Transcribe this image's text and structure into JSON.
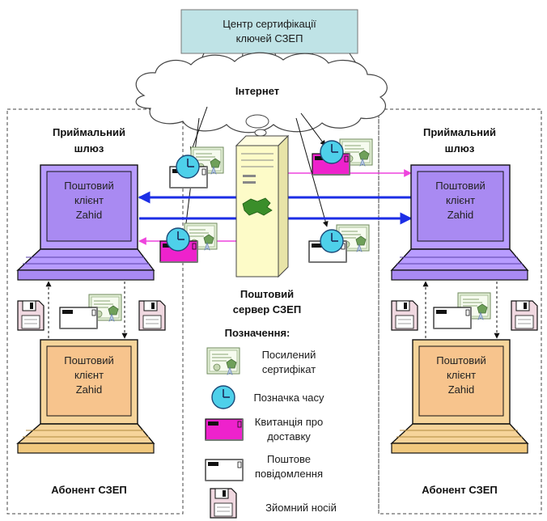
{
  "cert_center": {
    "line1": "Центр сертифікації",
    "line2": "ключей СЗЕП"
  },
  "internet": {
    "label": "Інтернет"
  },
  "left_gateway": {
    "line1": "Приймальний",
    "line2": "шлюз"
  },
  "right_gateway": {
    "line1": "Приймальний",
    "line2": "шлюз"
  },
  "mail_client": {
    "line1": "Поштовий",
    "line2": "клієнт",
    "line3": "Zahid"
  },
  "mail_server": {
    "line1": "Поштовий",
    "line2": "сервер СЗЕП"
  },
  "left_subscriber": {
    "label": "Абонент СЗЕП"
  },
  "right_subscriber": {
    "label": "Абонент СЗЕП"
  },
  "legend": {
    "title": "Позначення:",
    "certificate": {
      "line1": "Посилений",
      "line2": "сертифікат"
    },
    "timestamp": {
      "line1": "Позначка часу"
    },
    "receipt": {
      "line1": "Квитанція про",
      "line2": "доставку"
    },
    "message": {
      "line1": "Поштове",
      "line2": "повідомлення"
    },
    "media": {
      "line1": "Зйомний носій"
    }
  },
  "colors": {
    "cert_box": "#bfe3e6",
    "gateway_laptop": "#b89cff",
    "gateway_screen": "#a98af2",
    "subscriber_laptop": "#f6d49a",
    "subscriber_screen": "#f7c48d",
    "server": "#fdfbc8",
    "receipt_envelope": "#ee22cc",
    "timestamp_clock": "#4ed0ea",
    "arrow_blue": "#1c2ee6",
    "arrow_magenta": "#ee44dd"
  }
}
